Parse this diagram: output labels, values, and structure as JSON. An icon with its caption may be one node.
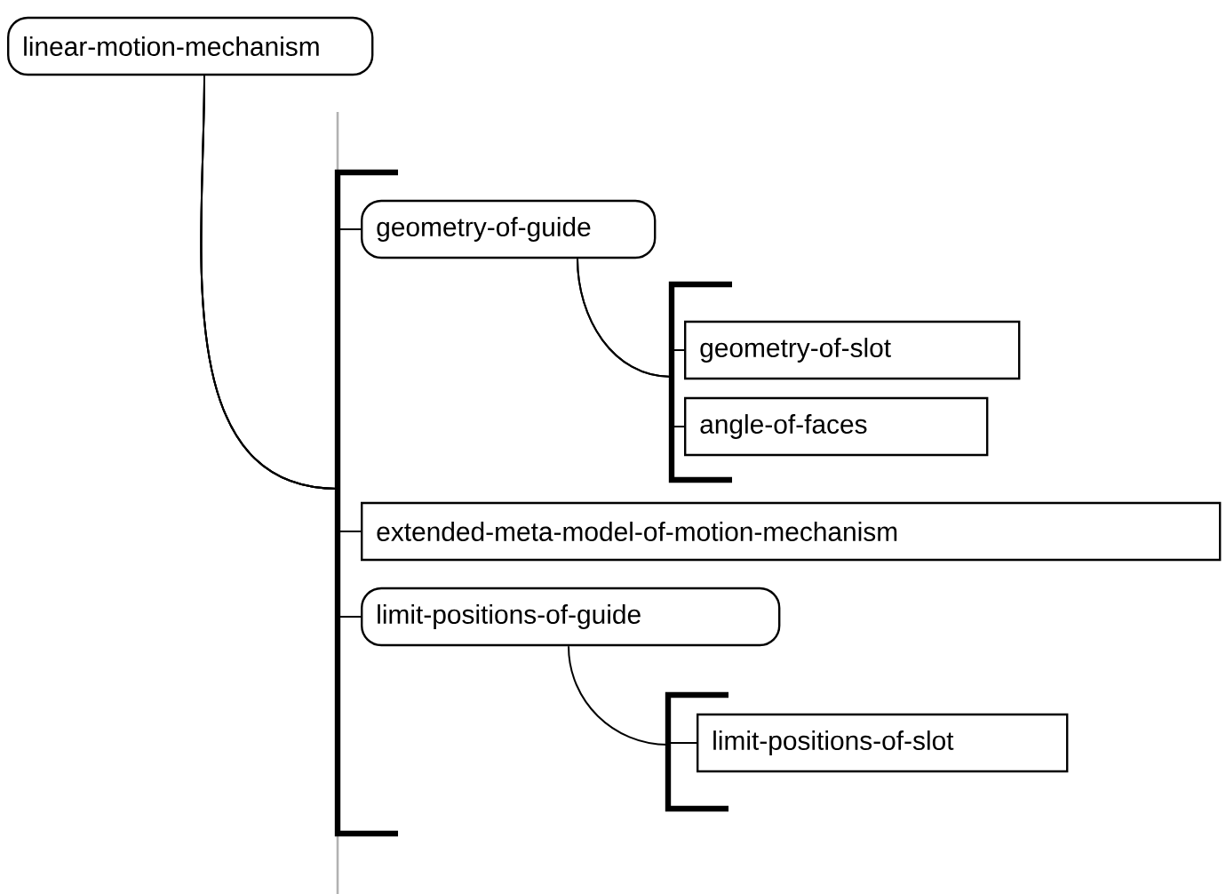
{
  "diagram": {
    "nodes": [
      {
        "text": [
          "linear-motion-mechanism"
        ]
      },
      {
        "text": [
          "geometry-of-guide"
        ]
      },
      {
        "text": [
          "geometry-of-slot"
        ]
      },
      {
        "text": [
          "angle-of-faces"
        ]
      },
      {
        "text": [
          "extended-meta-model-of-motion-mechanism"
        ]
      },
      {
        "text": [
          "limit-positions-of-guide"
        ]
      },
      {
        "text": [
          "limit-positions-of-slot"
        ]
      }
    ],
    "edges": [
      {
        "from": 0,
        "to": 1,
        "arrow": "none"
      },
      {
        "from": 0,
        "to": 4,
        "arrow": "none"
      },
      {
        "from": 0,
        "to": 5,
        "arrow": "none"
      },
      {
        "from": 1,
        "to": 2,
        "arrow": "none"
      },
      {
        "from": 1,
        "to": 3,
        "arrow": "none"
      },
      {
        "from": 5,
        "to": 6,
        "arrow": "none"
      }
    ]
  }
}
